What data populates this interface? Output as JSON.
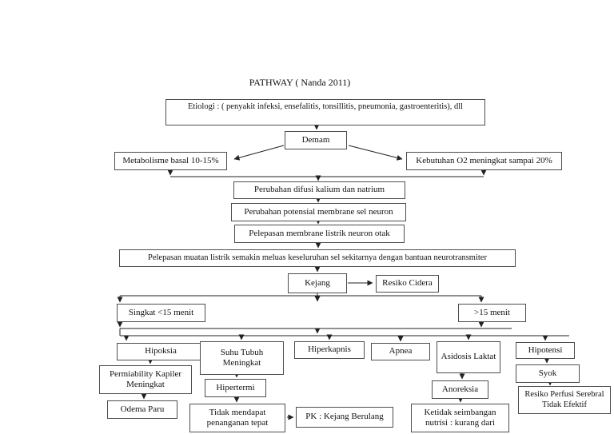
{
  "title": "PATHWAY (  Nanda 2011)",
  "colors": {
    "background": "#ffffff",
    "box_border": "#4d4d4d",
    "line": "#222222",
    "text": "#111111"
  },
  "nodes": {
    "etiologi": {
      "label": "Etiologi : ( penyakit infeksi, ensefalitis, tonsillitis, pneumonia, gastroenteritis), dll"
    },
    "demam": {
      "label": "Demam"
    },
    "metabolisme": {
      "label": "Metabolisme basal 10-15%"
    },
    "kebutuhan_o2": {
      "label": "Kebutuhan O2 meningkat sampai 20%"
    },
    "difusi": {
      "label": "Perubahan difusi kalium dan natrium"
    },
    "potensial": {
      "label": "Perubahan potensial membrane sel neuron"
    },
    "pelepasan_membrane": {
      "label": "Pelepasan membrane listrik neuron otak"
    },
    "pelepasan_muatan": {
      "label": "Pelepasan muatan listrik semakin meluas keseluruhan sel sekitarnya dengan bantuan neurotransmiter"
    },
    "kejang": {
      "label": "Kejang"
    },
    "resiko_cidera": {
      "label": "Resiko Cidera"
    },
    "singkat": {
      "label": "Singkat <15 menit"
    },
    "lama": {
      "label": ">15 menit"
    },
    "hipoksia": {
      "label": "Hipoksia"
    },
    "suhu_tubuh": {
      "label": "Suhu Tubuh Meningkat"
    },
    "hiperkapnis": {
      "label": "Hiperkapnis"
    },
    "apnea": {
      "label": "Apnea"
    },
    "asidosis_laktat": {
      "label": "Asidosis Laktat"
    },
    "hipotensi": {
      "label": "Hipotensi"
    },
    "permiability": {
      "label": "Permiability Kapiler Meningkat"
    },
    "odema_paru": {
      "label": "Odema Paru"
    },
    "hipertermi": {
      "label": "Hipertermi"
    },
    "tidak_mendapat": {
      "label": "Tidak mendapat penanganan tepat"
    },
    "pk_kejang": {
      "label": "PK : Kejang Berulang"
    },
    "anoreksia": {
      "label": "Anoreksia"
    },
    "ketidak_seimbangan": {
      "label": "Ketidak seimbangan nutrisi : kurang dari"
    },
    "syok": {
      "label": "Syok"
    },
    "resiko_perfusi": {
      "label": "Resiko Perfusi Serebral Tidak Efektif"
    }
  }
}
